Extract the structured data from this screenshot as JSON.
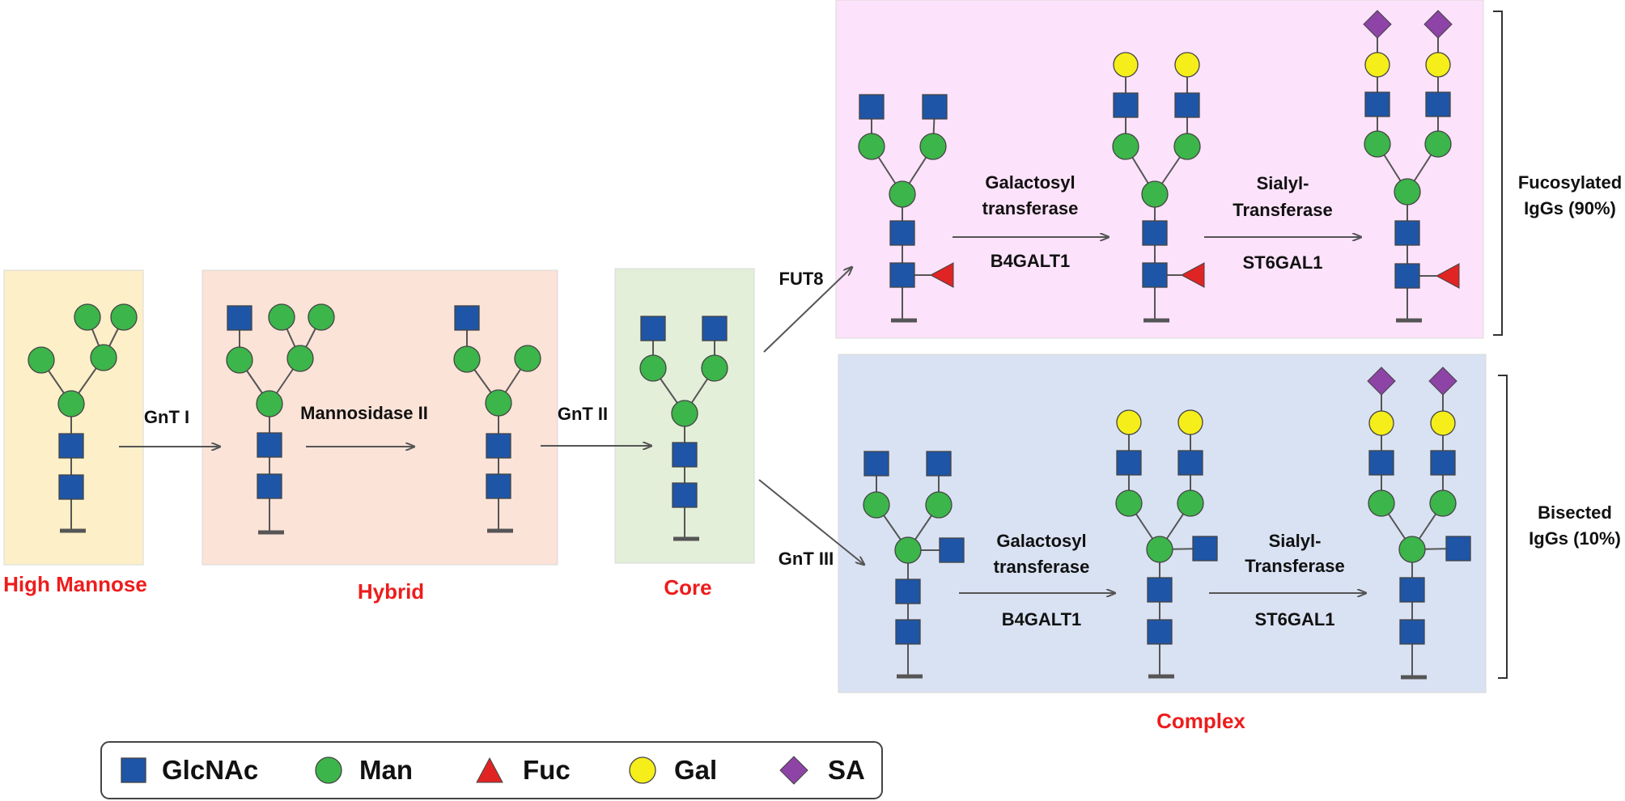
{
  "colors": {
    "glcnac": "#1f55a6",
    "man": "#3cb54a",
    "fuc": "#e02424",
    "gal": "#f5ee1a",
    "sa": "#8e44a6",
    "label_red": "#ee1c1c",
    "box_high_mannose": "#fdefc8",
    "box_hybrid": "#fbe3d8",
    "box_core": "#e3efd9",
    "box_fucosylated": "#fde2fb",
    "box_bisected": "#d9e2f3"
  },
  "stages": {
    "high_mannose": "High Mannose",
    "hybrid": "Hybrid",
    "core": "Core",
    "complex": "Complex"
  },
  "enzymes": {
    "gnt1": "GnT I",
    "mannosidase2": "Mannosidase II",
    "gnt2": "GnT II",
    "fut8": "FUT8",
    "gnt3": "GnT III",
    "galactosyl_top_1": "Galactosyl",
    "galactosyl_top_2": "transferase",
    "b4galt1_top": "B4GALT1",
    "sialyl_top_1": "Sialyl-",
    "sialyl_top_2": "Transferase",
    "st6gal1_top": "ST6GAL1",
    "galactosyl_bot_1": "Galactosyl",
    "galactosyl_bot_2": "transferase",
    "b4galt1_bot": "B4GALT1",
    "sialyl_bot_1": "Sialyl-",
    "sialyl_bot_2": "Transferase",
    "st6gal1_bot": "ST6GAL1"
  },
  "outcomes": {
    "fucosylated_line1": "Fucosylated",
    "fucosylated_line2": "IgGs (90%)",
    "bisected_line1": "Bisected",
    "bisected_line2": "IgGs (10%)"
  },
  "legend": {
    "glcnac": "GlcNAc",
    "man": "Man",
    "fuc": "Fuc",
    "gal": "Gal",
    "sa": "SA"
  },
  "icons": {
    "glcnac": "blue-square-icon",
    "man": "green-circle-icon",
    "fuc": "red-triangle-icon",
    "gal": "yellow-circle-icon",
    "sa": "purple-diamond-icon"
  }
}
